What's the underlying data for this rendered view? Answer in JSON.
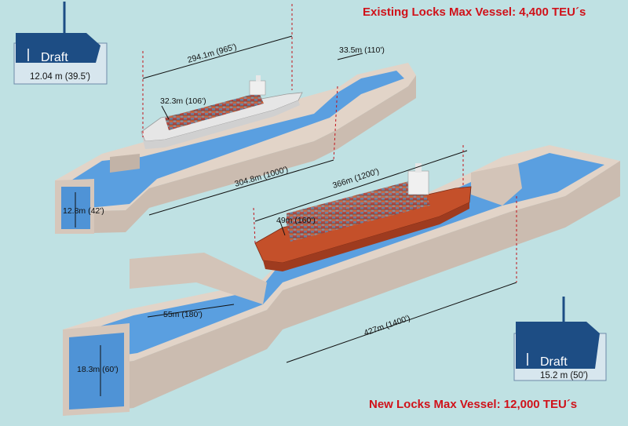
{
  "titles": {
    "existing": "Existing Locks Max Vessel: 4,400 TEU´s",
    "new": "New Locks Max Vessel: 12,000 TEU´s"
  },
  "existing": {
    "draft_label": "Draft",
    "draft_value": "12.04 m (39.5')",
    "ship_length": "294.1m (965')",
    "lock_width": "33.5m (110')",
    "ship_beam": "32.3m (106')",
    "chamber_length": "304.8m (1000')",
    "chamber_depth": "12.8m (42')"
  },
  "new": {
    "draft_label": "Draft",
    "draft_value": "15.2 m (50')",
    "ship_length": "366m (1200')",
    "ship_beam": "49m (160')",
    "lock_width": "55m (180')",
    "chamber_length": "427m (1400')",
    "chamber_depth": "18.3m (60')"
  },
  "colors": {
    "background": "#bfe1e3",
    "title_red": "#d0121a",
    "concrete": "#d8c9bd",
    "water": "#5a9fe0",
    "hull_new": "#c4502a",
    "hull_old": "#e6e6e6",
    "draft_box": "#1d4d84"
  }
}
